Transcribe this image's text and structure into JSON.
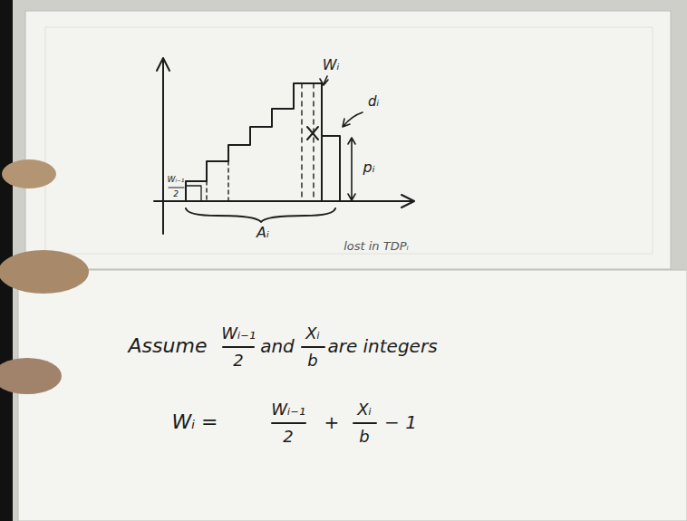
{
  "diagram": {
    "labels": [
      "Wᵢ",
      "dᵢ",
      "pᵢ",
      "Wᵢ₋₁",
      "2",
      "Aᵢ",
      "lost in TDPᵢ",
      "Assume",
      "Wᵢ₋₁",
      "2",
      "and",
      "Xᵢ",
      "b",
      "are integers",
      "Wᵢ =",
      "Wᵢ₋₁",
      "2",
      "+",
      "Xᵢ",
      "b",
      "− 1"
    ]
  }
}
